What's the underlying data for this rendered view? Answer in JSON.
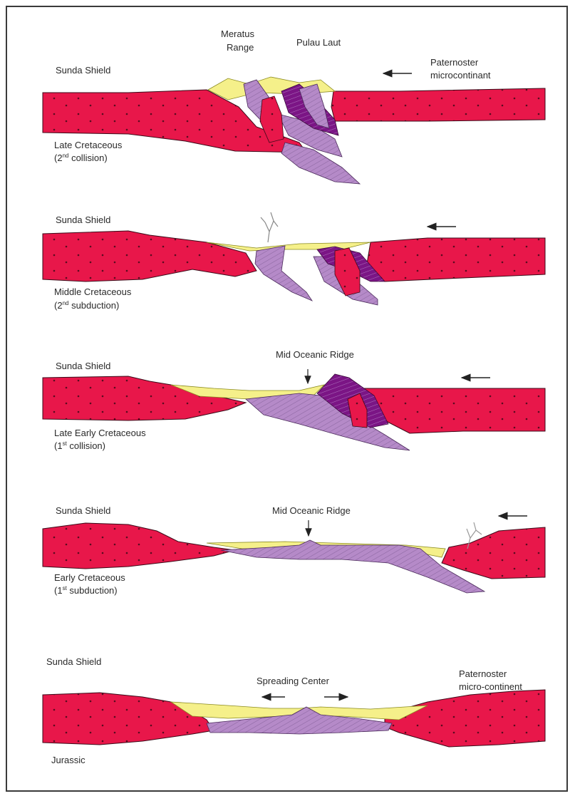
{
  "panels": [
    {
      "shield": "Sunda Shield",
      "stage": "Late  Cretaceous",
      "event_prefix": "(2",
      "event_sup": "nd",
      "event_suffix": " collision)",
      "labels": {
        "meratus_1": "Meratus",
        "meratus_2": "Range",
        "pulau_laut": "Pulau Laut",
        "paternoster_1": "Paternoster",
        "paternoster_2": "microcontinant"
      }
    },
    {
      "shield": "Sunda Shield",
      "stage": "Middle Cretaceous",
      "event_prefix": "(2",
      "event_sup": "nd",
      "event_suffix": " subduction)"
    },
    {
      "shield": "Sunda Shield",
      "stage": "Late Early Cretaceous",
      "event_prefix": "(1",
      "event_sup": "st",
      "event_suffix": " collision)",
      "labels": {
        "ridge": "Mid Oceanic Ridge"
      }
    },
    {
      "shield": "Sunda Shield",
      "stage": "Early Cretaceous",
      "event_prefix": "(1",
      "event_sup": "st",
      "event_suffix": " subduction)",
      "labels": {
        "ridge": "Mid Oceanic Ridge"
      }
    },
    {
      "shield": "Sunda Shield",
      "stage": "Jurassic",
      "labels": {
        "spreading": "Spreading Center",
        "paternoster_1": "Paternoster",
        "paternoster_2": "micro-continent"
      }
    }
  ],
  "colors": {
    "continent": "#e8174a",
    "continent_dot": "#5a0b1f",
    "sediment": "#f5f08a",
    "ocean_crust": "#b58ac8",
    "ocean_dark": "#7b1585",
    "outline": "#3a0a18"
  }
}
